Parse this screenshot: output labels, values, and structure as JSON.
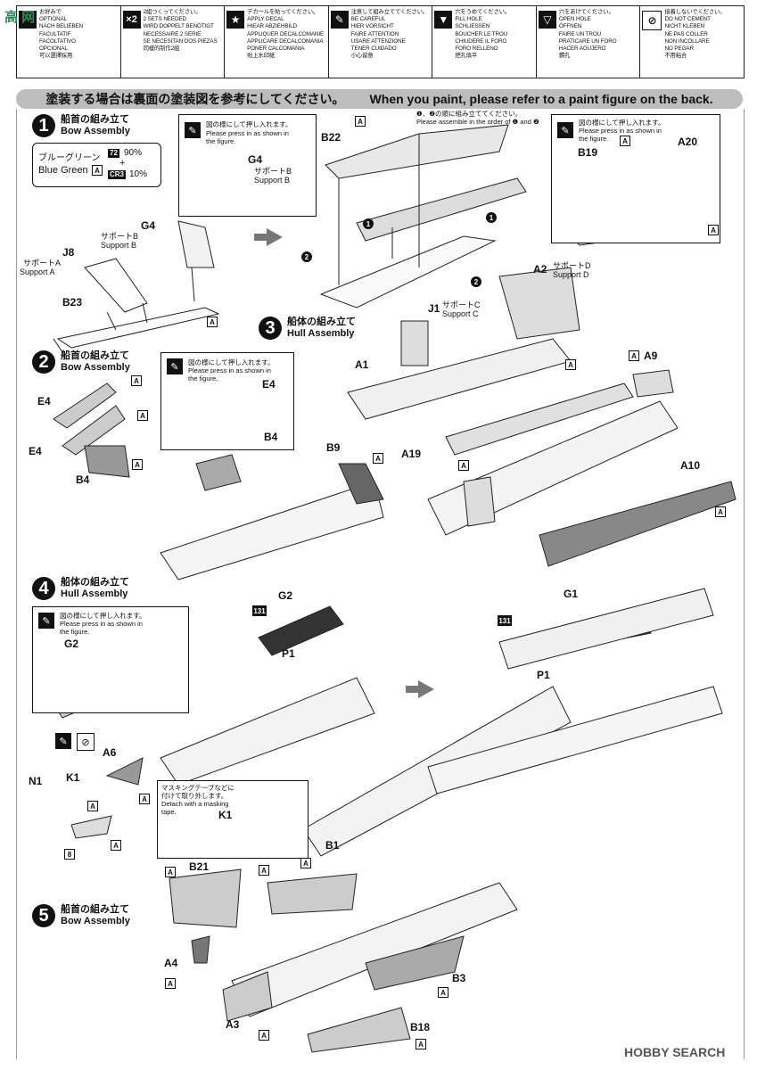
{
  "legend": [
    {
      "icon": "optional-icon",
      "symbol": "",
      "lines": [
        "お好みで",
        "OPTIONAL",
        "NACH BELIEBEN",
        "FACULTATIF",
        "FACOLTATIVO",
        "OPCIONAL",
        "可以選擇採用"
      ]
    },
    {
      "icon": "two-sets-icon",
      "symbol": "×2",
      "lines": [
        "2組つくってください。",
        "2 SETS NEEDED",
        "WIRD DOPPELT BENÖTIGT",
        "NECESSAIRE 2 SERIE",
        "SE NECESITAN DOS PIEZAS",
        "同樣的制作2組"
      ]
    },
    {
      "icon": "decal-star-icon",
      "symbol": "★",
      "lines": [
        "デカールを貼ってください。",
        "APPLY DECAL",
        "HIEAR ABZIEHBILD",
        "APPLIQUER DECALCOMANIE",
        "APPLICARE DECALCOMANIA",
        "PONER CALCOMANIA",
        "貼上水印紙"
      ]
    },
    {
      "icon": "caution-pen-icon",
      "symbol": "✎",
      "lines": [
        "注意して組み立ててください。",
        "BE CAREFUL",
        "HIER VORSICHT",
        "FAIRE ATTENTION",
        "USARE ATTENZIONE",
        "TENER CUIDADO",
        "小心留意"
      ]
    },
    {
      "icon": "fill-hole-icon",
      "symbol": "▼",
      "lines": [
        "穴をうめてください。",
        "FILL HOLE",
        "SCHLIESSEN",
        "BOUCHER LE TROU",
        "CHIUDERE IL FORO",
        "FORO RELLENO",
        "把孔填平"
      ]
    },
    {
      "icon": "open-hole-icon",
      "symbol": "▽",
      "lines": [
        "穴をあけてください。",
        "OPEN HOLE",
        "ÖFFNEN",
        "FAIRE UN TROU",
        "PRATICARE UN FORO",
        "HACER AGUJERO",
        "鑽孔"
      ]
    },
    {
      "icon": "no-cement-icon",
      "symbol": "⊘",
      "lines": [
        "接着しないでください。",
        "DO NOT CEMENT",
        "NICHT KLEBEN",
        "NE PAS COLLER",
        "NON INCOLLARE",
        "NO PEGAR",
        "不用粘合"
      ]
    }
  ],
  "title_jp": "塗装する場合は裏面の塗装図を参考にしてください。",
  "title_en": "When you paint, please refer to a paint figure on the back.",
  "paint": {
    "jp": "ブルーグリーン",
    "en": "Blue Green",
    "tag": "A",
    "code1": "72",
    "pct1": "90%",
    "plus": "+",
    "code2": "CR3",
    "pct2": "10%"
  },
  "steps": [
    {
      "num": "1",
      "jp": "船首の組み立て",
      "en": "Bow Assembly"
    },
    {
      "num": "2",
      "jp": "船首の組み立て",
      "en": "Bow Assembly"
    },
    {
      "num": "3",
      "jp": "船体の組み立て",
      "en": "Hull Assembly"
    },
    {
      "num": "4",
      "jp": "船体の組み立て",
      "en": "Hull Assembly"
    },
    {
      "num": "5",
      "jp": "船首の組み立て",
      "en": "Bow Assembly"
    }
  ],
  "press_jp": "図の様にして押し入れます。",
  "press_en1": "Please press in as shown in",
  "press_en2": "the figure.",
  "order_note": "❶、❷の順に組み立ててください。",
  "order_note_en": "Please assemble in the order of ❶ and ❷",
  "mask_jp1": "マスキングテープなどに",
  "mask_jp2": "付けて取り外します。",
  "mask_en1": "Detach with a masking",
  "mask_en2": "tape.",
  "support_a_jp": "サポートA",
  "support_a_en": "Support A",
  "support_b_jp": "サポートB",
  "support_b_en": "Support B",
  "support_c_jp": "サポートC",
  "support_c_en": "Support C",
  "support_d_jp": "サポートD",
  "support_d_en": "Support D",
  "parts": {
    "g4": "G4",
    "g4b": "G4",
    "j8": "J8",
    "b23": "B23",
    "b22": "B22",
    "b19": "B19",
    "a20": "A20",
    "e4a": "E4",
    "e4b": "E4",
    "e4c": "E4",
    "b4": "B4",
    "b4b": "B4",
    "b9": "B9",
    "a1": "A1",
    "j1": "J1",
    "a2": "A2",
    "a9": "A9",
    "a19": "A19",
    "a10": "A10",
    "g2": "G2",
    "g2b": "G2",
    "p1": "P1",
    "p1b": "P1",
    "g1": "G1",
    "a6": "A6",
    "k1": "K1",
    "k1b": "K1",
    "n1": "N1",
    "b21": "B21",
    "b1": "B1",
    "a4": "A4",
    "a3": "A3",
    "b3": "B3",
    "b18": "B18"
  },
  "tags": {
    "a": "A",
    "b131": "131",
    "eight": "8",
    "one": "1",
    "two": "2"
  },
  "watermark_top": "高 网",
  "watermark_bottom": "HOBBY SEARCH"
}
